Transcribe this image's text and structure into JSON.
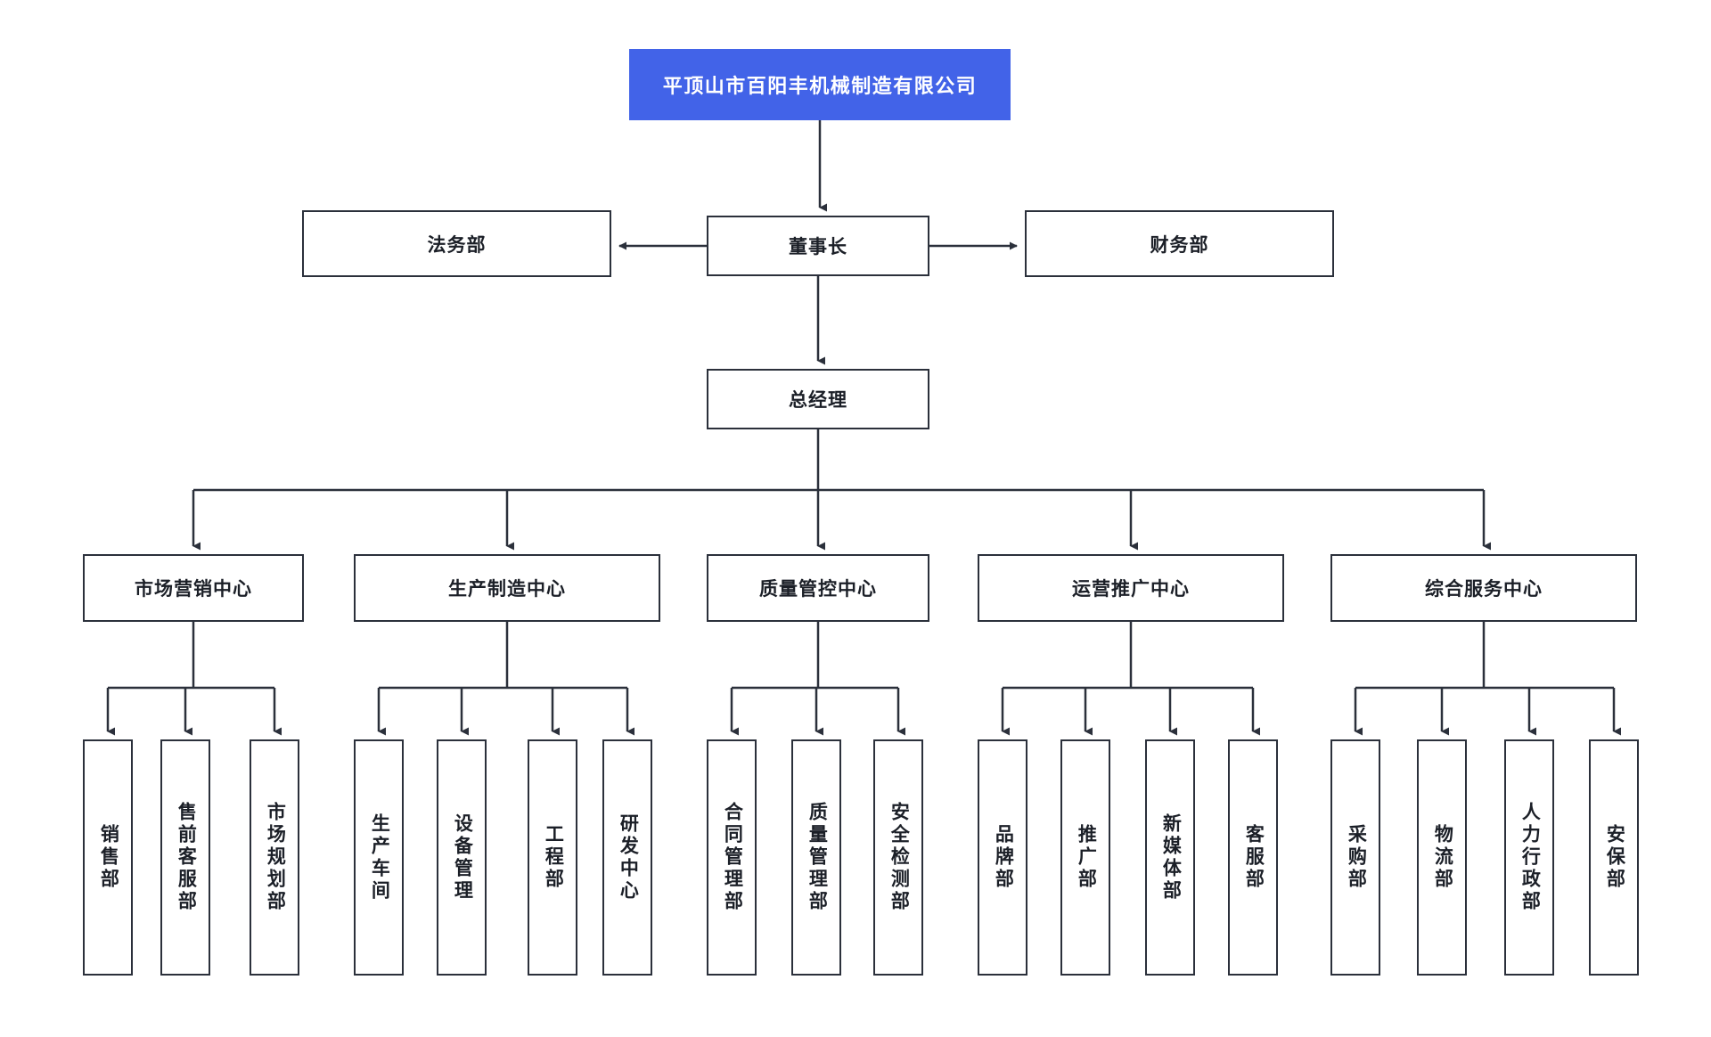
{
  "diagram": {
    "title": "平顶山市百阳丰机械制造有限公司",
    "type": "organization-chart",
    "accent_color": "#4263e8",
    "line_color": "#2b303b",
    "background": "#ffffff"
  },
  "root": {
    "label": "平顶山市百阳丰机械制造有限公司"
  },
  "level1": {
    "chairman": "董事长",
    "legal": "法务部",
    "finance": "财务部"
  },
  "level2": {
    "general_manager": "总经理"
  },
  "centers": [
    {
      "label": "市场营销中心",
      "children": [
        "销售部",
        "售前客服部",
        "市场规划部"
      ]
    },
    {
      "label": "生产制造中心",
      "children": [
        "生产车间",
        "设备管理",
        "工程部",
        "研发中心"
      ]
    },
    {
      "label": "质量管控中心",
      "children": [
        "合同管理部",
        "质量管理部",
        "安全检测部"
      ]
    },
    {
      "label": "运营推广中心",
      "children": [
        "品牌部",
        "推广部",
        "新媒体部",
        "客服部"
      ]
    },
    {
      "label": "综合服务中心",
      "children": [
        "采购部",
        "物流部",
        "人力行政部",
        "安保部"
      ]
    }
  ]
}
